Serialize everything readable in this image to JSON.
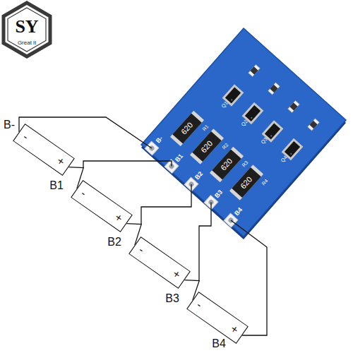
{
  "diagram": {
    "nodes": [
      {
        "text": [
          "-",
          "+"
        ]
      },
      {
        "text": [
          "-",
          "+"
        ]
      },
      {
        "text": [
          "-",
          "+"
        ]
      },
      {
        "text": [
          "-",
          "+"
        ]
      }
    ],
    "edges": [
      {
        "from": 0,
        "to": 1,
        "arrow": "none"
      },
      {
        "from": 1,
        "to": 2,
        "arrow": "none"
      },
      {
        "from": 2,
        "to": 3,
        "arrow": "none"
      }
    ],
    "labels": [
      "SY",
      "Great it",
      "B-",
      "B1",
      "B2",
      "B3",
      "B4",
      "B-",
      "B1",
      "B2",
      "B3",
      "B4",
      "620",
      "620",
      "620",
      "620",
      "R1",
      "R2",
      "R3",
      "R4",
      "Q1",
      "Q2",
      "Q3",
      "Q4"
    ]
  }
}
